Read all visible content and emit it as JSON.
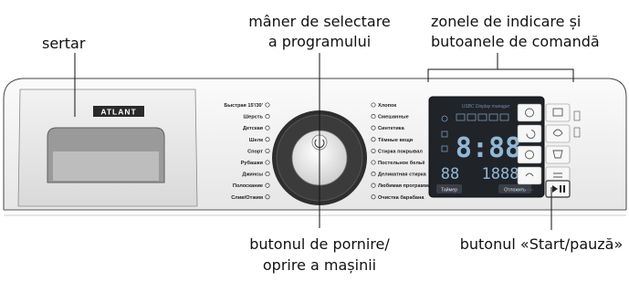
{
  "callouts": {
    "drawer": "sertar",
    "program_knob_1": "mâner de selectare",
    "program_knob_2": "a programului",
    "indicators_1": "zonele de indicare și",
    "indicators_2": "butoanele de comandă",
    "power_1": "butonul de pornire/",
    "power_2": "oprire a mașinii",
    "start_pause": "butonul «Start/pauză»"
  },
  "brand": "ATLANT",
  "programs_left": [
    "Быстрая 15'/30'",
    "Шерсть",
    "Детская",
    "Шелк",
    "Спорт",
    "Рубашки",
    "Джинсы",
    "Полоскание",
    "Слив/Отжим"
  ],
  "programs_right": [
    "Хлопок",
    "Смешанные",
    "Синтетика",
    "Тёмные вещи",
    "Стирка покрывал",
    "Постельное бельё",
    "Деликатная стирка",
    "Любимая программа",
    "Очистка барабана"
  ],
  "display": {
    "header": "USBC Display manager",
    "digits_main": "8:88",
    "digits_left": "88",
    "digits_right": "1888",
    "btn_timer": "Таймер",
    "btn_delay": "Отложить"
  },
  "colors": {
    "panel": "#f4f4f4",
    "display": "#202328",
    "lcd": "#8fb8d6",
    "knob_ring": "#2e2e2e"
  }
}
